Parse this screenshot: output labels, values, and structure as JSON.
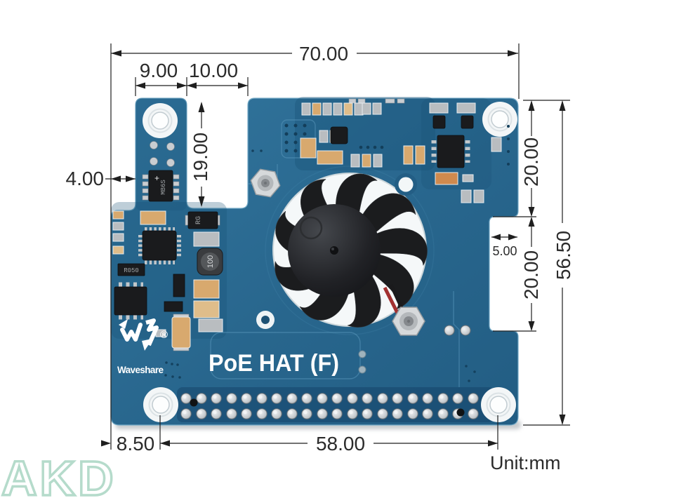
{
  "diagram": {
    "unit": "Unit:mm",
    "watermark": "AKD",
    "dims": {
      "total_width": "70.00",
      "tab_width": "9.00",
      "notch_width": "10.00",
      "notch_depth": "19.00",
      "tab_offset": "4.00",
      "upper_right_height": "20.00",
      "right_notch_depth": "5.00",
      "lower_right_height": "20.00",
      "total_height": "56.50",
      "hole_offset_left": "8.50",
      "hole_spacing": "58.00"
    },
    "board": {
      "product_name": "PoE HAT (F)",
      "brand": "Waveshare",
      "registered": "®",
      "inductor_label": "100",
      "bridge_label": "MB6S",
      "bridge_plus": "+",
      "diode_label": "RG",
      "shunt_label": "R050"
    },
    "colors": {
      "pcb": "#2a6a91",
      "dimension_ink": "#1f1f1f",
      "watermark_green": "#b5dbcb",
      "silkscreen": "#f2f6f8"
    }
  }
}
